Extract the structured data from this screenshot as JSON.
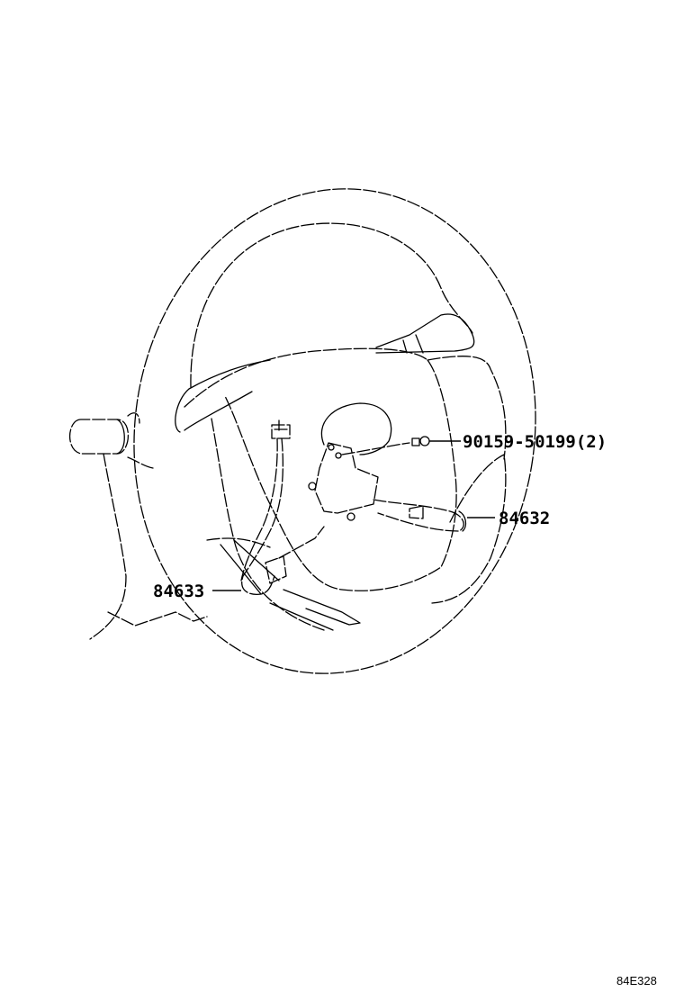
{
  "diagram": {
    "subject": "Steering wheel with switch assembly",
    "callouts": [
      {
        "part_no": "90159-50199(2)",
        "points_to": "screw"
      },
      {
        "part_no": "84632",
        "points_to": "steering pad switch assembly"
      },
      {
        "part_no": "84633",
        "points_to": "wire harness connector"
      }
    ],
    "figure_code": "84E328"
  }
}
